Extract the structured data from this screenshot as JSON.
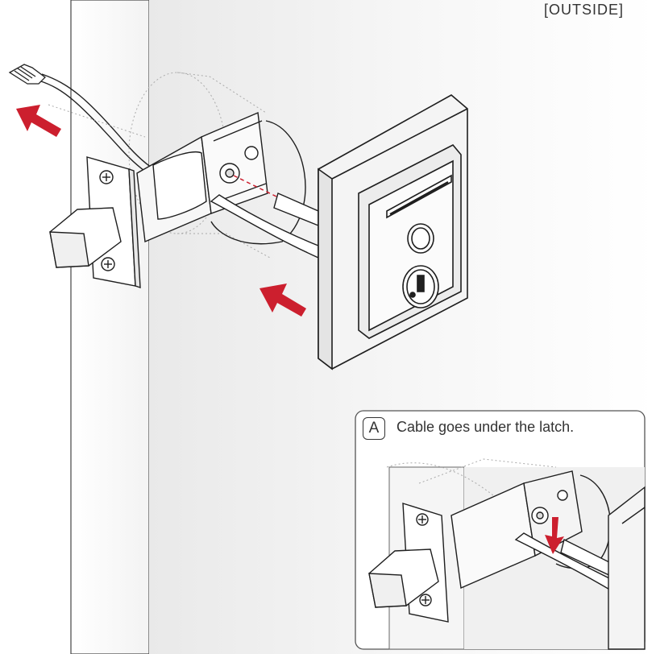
{
  "diagram": {
    "side_label": "[OUTSIDE]",
    "inset": {
      "letter": "A",
      "caption": "Cable goes under the latch."
    },
    "colors": {
      "arrow": "#cc1f2e",
      "line": "#1e1e1e",
      "door": "#f2f2f2"
    }
  }
}
